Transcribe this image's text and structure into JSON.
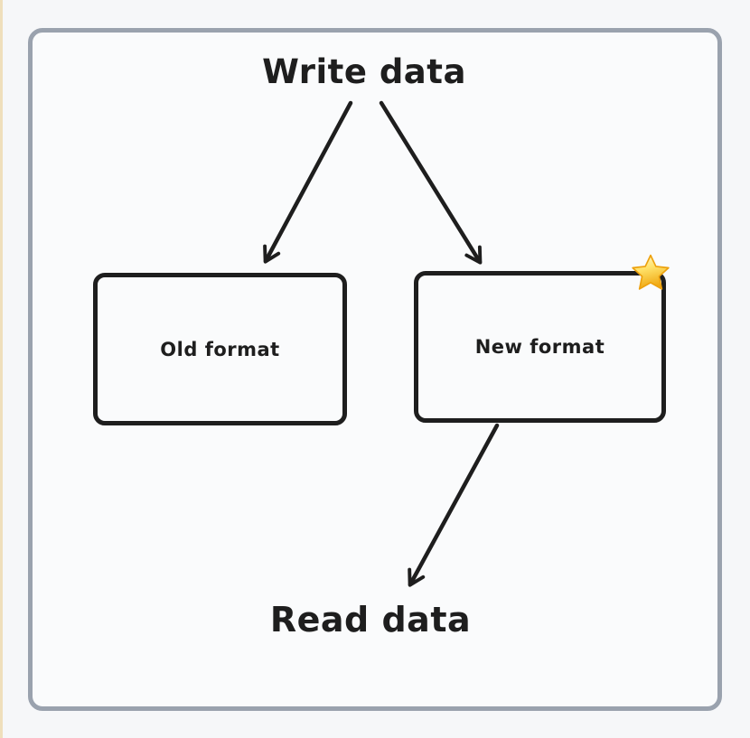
{
  "canvas": {
    "background": "#f6f7f9",
    "frame_border_color": "#9aa2ae",
    "left_strip_color": "#efdfbc",
    "stroke_color": "#1e1e1e"
  },
  "diagram": {
    "source_label": "Write data",
    "sink_label": "Read data",
    "nodes": [
      {
        "label": "Old format"
      },
      {
        "label": "New format",
        "badge_icon": "star-icon",
        "badge_glyph": "⭐"
      }
    ],
    "edges": [
      {
        "from": "Write data",
        "to": "Old format"
      },
      {
        "from": "Write data",
        "to": "New format"
      },
      {
        "from": "New format",
        "to": "Read data"
      }
    ],
    "star_colors": {
      "top": "#fff1a8",
      "bottom": "#f6b01e",
      "outline": "#eda10d"
    }
  }
}
